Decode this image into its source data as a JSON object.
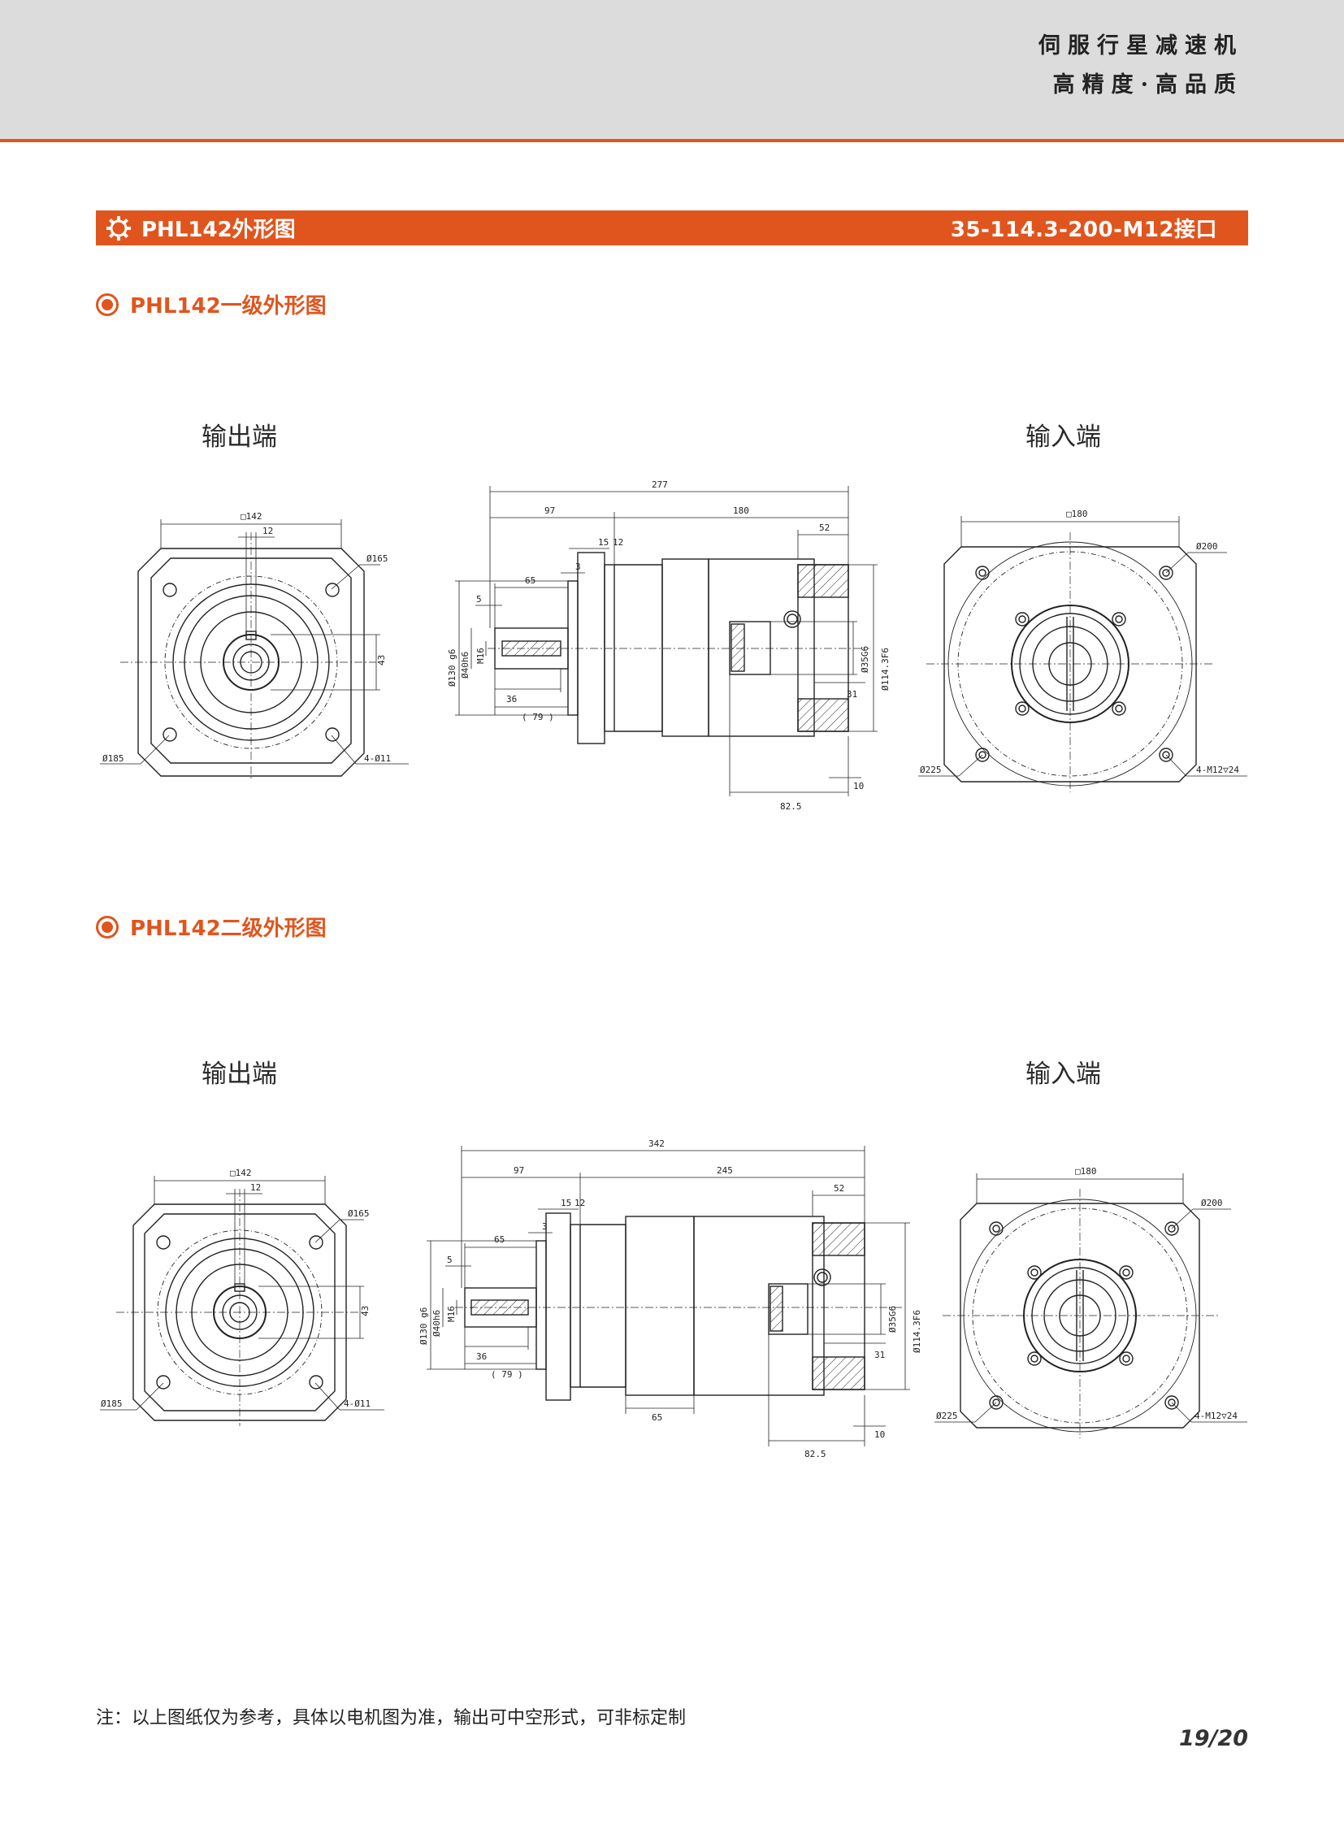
{
  "header": {
    "slogan_line1": "伺服行星减速机",
    "slogan_line2": "高精度·高品质"
  },
  "title_bar": {
    "left": "PHL142外形图",
    "right": "35-114.3-200-M12接口"
  },
  "sections": [
    {
      "heading": "PHL142一级外形图",
      "output_label": "输出端",
      "input_label": "输入端",
      "output_dims": {
        "square": "□142",
        "key": "12",
        "bolt_circle": "Ø165",
        "outer": "Ø185",
        "holes": "4-Ø11",
        "height": "43"
      },
      "side_dims": {
        "total": "277",
        "front": "97",
        "body": "180",
        "tail": "52",
        "flange1": "15",
        "flange2": "12",
        "gap": "3",
        "shaft_len": "65",
        "chamfer": "5",
        "pilot": "Ø130 g6",
        "shaft_dia": "Ø40h6",
        "thread": "M16",
        "key_len": "36",
        "shaft_total": "( 79 )",
        "bore": "Ø35G6",
        "pilot2": "Ø114.3F6",
        "depth": "31",
        "adapter": "82.5",
        "offset": "10"
      },
      "input_dims": {
        "square": "□180",
        "bolt_circle": "Ø200",
        "outer": "Ø225",
        "thread": "4-M12▽24"
      }
    },
    {
      "heading": "PHL142二级外形图",
      "output_label": "输出端",
      "input_label": "输入端",
      "output_dims": {
        "square": "□142",
        "key": "12",
        "bolt_circle": "Ø165",
        "outer": "Ø185",
        "holes": "4-Ø11",
        "height": "43"
      },
      "side_dims": {
        "total": "342",
        "front": "97",
        "body": "245",
        "tail": "52",
        "flange1": "15",
        "flange2": "12",
        "gap": "3",
        "shaft_len": "65",
        "chamfer": "5",
        "pilot": "Ø130 g6",
        "shaft_dia": "Ø40h6",
        "thread": "M16",
        "key_len": "36",
        "shaft_total": "( 79 )",
        "bore": "Ø35G6",
        "pilot2": "Ø114.3F6",
        "depth": "31",
        "adapter": "82.5",
        "offset": "10",
        "stage": "65"
      },
      "input_dims": {
        "square": "□180",
        "bolt_circle": "Ø200",
        "outer": "Ø225",
        "thread": "4-M12▽24"
      }
    }
  ],
  "footer": {
    "note": "注：以上图纸仅为参考，具体以电机图为准，输出可中空形式，可非标定制",
    "page": "19/20"
  },
  "colors": {
    "accent": "#e0551e",
    "header_bg": "#dcdcdc"
  }
}
